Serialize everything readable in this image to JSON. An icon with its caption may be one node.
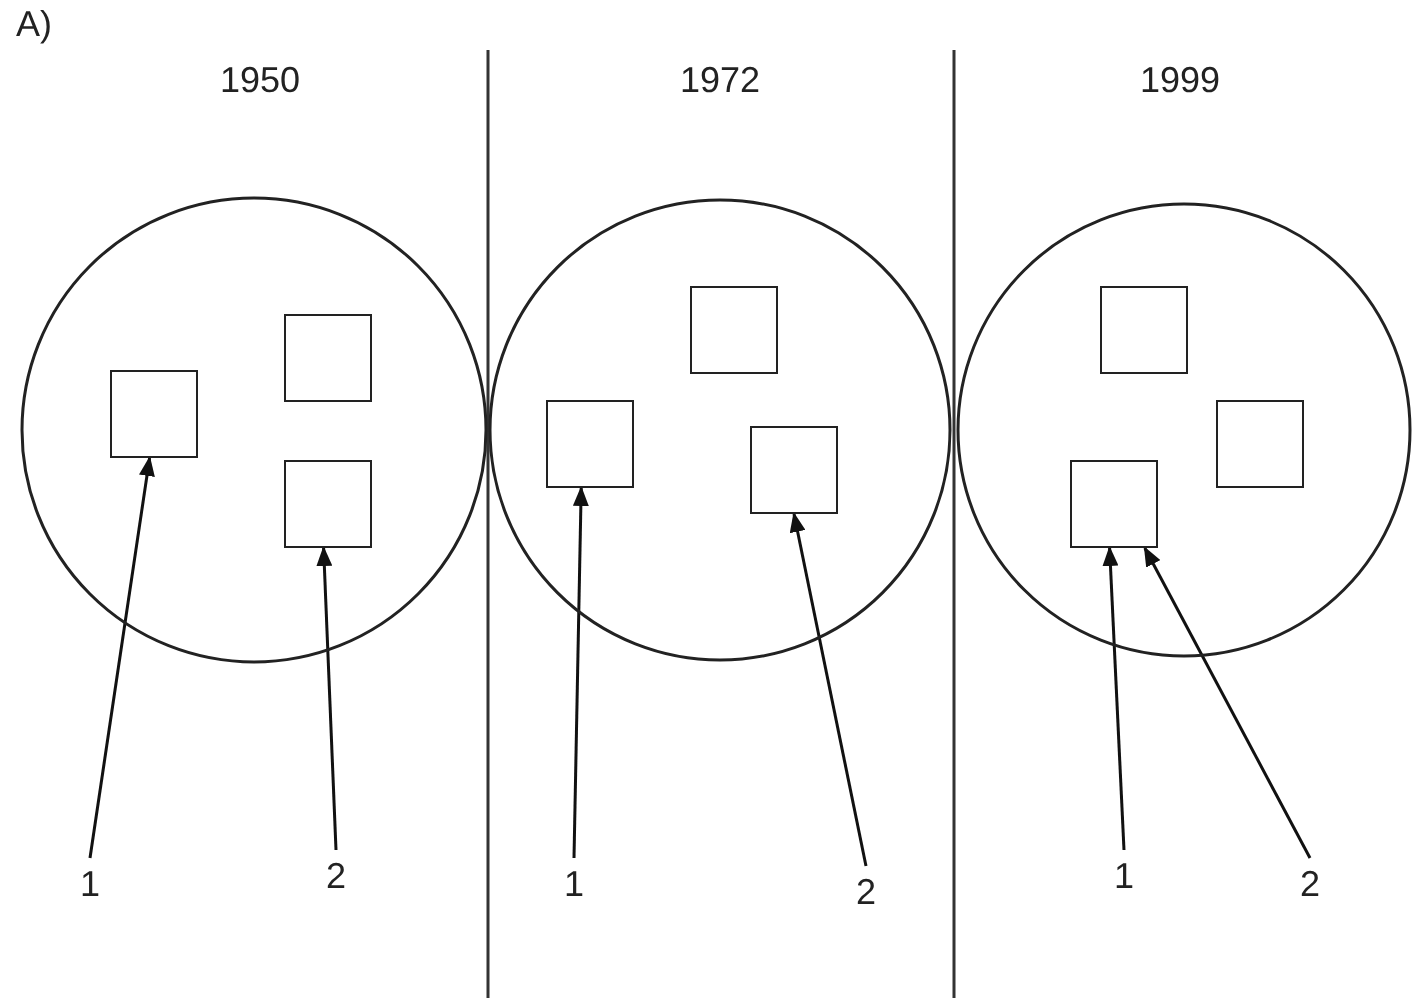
{
  "diagram": {
    "nodes": [
      {
        "text": [],
        "shape": "circle"
      },
      {
        "text": [],
        "shape": "box",
        "in": 0
      },
      {
        "text": [],
        "shape": "box",
        "in": 0
      },
      {
        "text": [],
        "shape": "box",
        "in": 0
      },
      {
        "text": [],
        "shape": "circle"
      },
      {
        "text": [],
        "shape": "box",
        "in": 4
      },
      {
        "text": [],
        "shape": "box",
        "in": 4
      },
      {
        "text": [],
        "shape": "box",
        "in": 4
      },
      {
        "text": [],
        "shape": "circle"
      },
      {
        "text": [],
        "shape": "box",
        "in": 8
      },
      {
        "text": [],
        "shape": "box",
        "in": 8
      },
      {
        "text": [],
        "shape": "box",
        "in": 8
      },
      {
        "text": [
          "1"
        ]
      },
      {
        "text": [
          "2"
        ]
      },
      {
        "text": [
          "1"
        ]
      },
      {
        "text": [
          "2"
        ]
      },
      {
        "text": [
          "1"
        ]
      },
      {
        "text": [
          "2"
        ]
      }
    ],
    "edges": [
      {
        "from": 12,
        "to": 1,
        "arrow": "to"
      },
      {
        "from": 13,
        "to": 3,
        "arrow": "to"
      },
      {
        "from": 14,
        "to": 6,
        "arrow": "to"
      },
      {
        "from": 15,
        "to": 7,
        "arrow": "to"
      },
      {
        "from": 16,
        "to": 11,
        "arrow": "to"
      },
      {
        "from": 17,
        "to": 11,
        "arrow": "to"
      }
    ],
    "labels": [
      "A)",
      "1950",
      "1972",
      "1999"
    ]
  }
}
